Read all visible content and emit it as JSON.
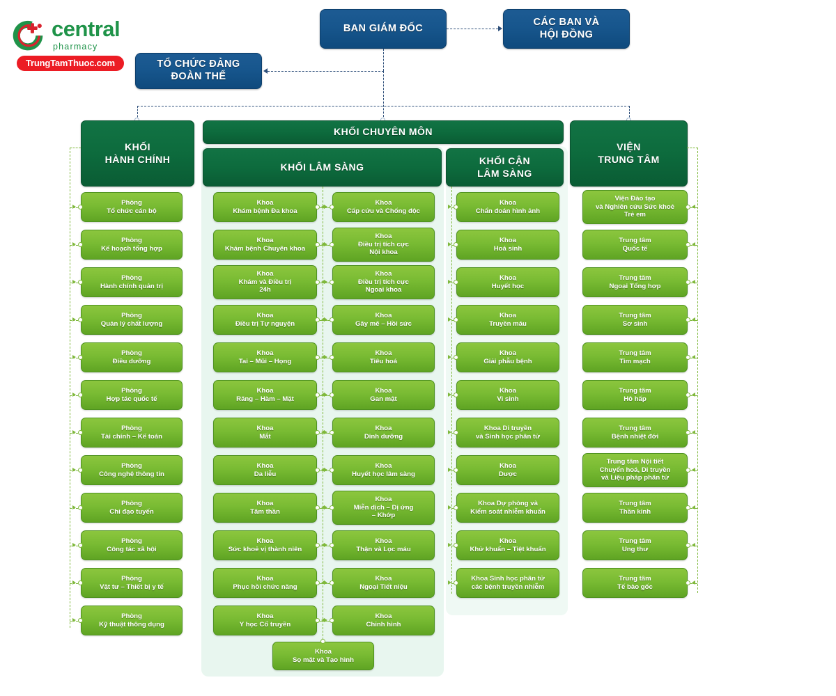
{
  "watermark": {
    "brand": "central",
    "subtitle": "pharmacy",
    "site": "TrungTamThuoc.com",
    "brand_color": "#1f9349",
    "pill_color": "#ec1c24"
  },
  "colors": {
    "blue_box": "#17568d",
    "dark_green_header": "#0d6b3d",
    "leaf_green": "#79bb33",
    "clinical_panel": "#e8f6ef",
    "paraclinical_panel": "#eff9f4",
    "blue_connector": "#2e4f7a",
    "green_connector": "#7fb83c"
  },
  "top": {
    "board": "BAN GIÁM ĐỐC",
    "committees": "CÁC BAN VÀ\nHỘI ĐỒNG",
    "party": "TỔ CHỨC ĐẢNG\nĐOÀN THỂ"
  },
  "blocks": {
    "administrative": "KHỐI\nHÀNH CHÍNH",
    "professional": "KHỐI CHUYÊN MÔN",
    "clinical": "KHỐI LÂM SÀNG",
    "paraclinical": "KHỐI CẬN\nLÂM SÀNG",
    "institutes": "VIỆN\nTRUNG TÂM"
  },
  "administrative_items": [
    "Phòng\nTổ chức cán bộ",
    "Phòng\nKế hoạch tổng hợp",
    "Phòng\nHành chính quản trị",
    "Phòng\nQuản lý chất lượng",
    "Phòng\nĐiều dưỡng",
    "Phòng\nHợp tác quốc tế",
    "Phòng\nTài chính – Kế toán",
    "Phòng\nCông nghệ thông tin",
    "Phòng\nChỉ đạo tuyến",
    "Phòng\nCông tác xã hội",
    "Phòng\nVật tư – Thiết bị y tế",
    "Phòng\nKỹ thuật thông dụng"
  ],
  "clinical_left_items": [
    "Khoa\nKhám bệnh Đa khoa",
    "Khoa\nKhám bệnh Chuyên khoa",
    "Khoa\nKhám và Điều trị\n24h",
    "Khoa\nĐiều trị Tự nguyện",
    "Khoa\nTai – Mũi – Họng",
    "Khoa\nRăng – Hàm – Mặt",
    "Khoa\nMắt",
    "Khoa\nDa liễu",
    "Khoa\nTâm thần",
    "Khoa\nSức khoẻ vị thành niên",
    "Khoa\nPhục hồi chức năng",
    "Khoa\nY học Cổ truyền"
  ],
  "clinical_right_items": [
    "Khoa\nCấp cứu và Chống độc",
    "Khoa\nĐiều trị tích cực\nNội khoa",
    "Khoa\nĐiều trị tích cực\nNgoại khoa",
    "Khoa\nGây mê – Hồi sức",
    "Khoa\nTiêu hoá",
    "Khoa\nGan mật",
    "Khoa\nDinh dưỡng",
    "Khoa\nHuyết học lâm sàng",
    "Khoa\nMiễn dịch – Dị ứng\n– Khớp",
    "Khoa\nThận và Lọc máu",
    "Khoa\nNgoại Tiết niệu",
    "Khoa\nChỉnh hình"
  ],
  "clinical_bottom_item": "Khoa\nSọ mặt và Tạo hình",
  "paraclinical_items": [
    "Khoa\nChẩn đoán hình ảnh",
    "Khoa\nHoá sinh",
    "Khoa\nHuyết học",
    "Khoa\nTruyền máu",
    "Khoa\nGiải phẫu bệnh",
    "Khoa\nVi sinh",
    "Khoa Di truyền\nvà Sinh học phân tử",
    "Khoa\nDược",
    "Khoa Dự phòng và\nKiểm soát nhiễm khuẩn",
    "Khoa\nKhử khuẩn – Tiệt khuẩn",
    "Khoa Sinh học phân tử\ncác bệnh truyền nhiễm"
  ],
  "institute_items": [
    "Viện Đào tạo\nvà Nghiên cứu Sức khoẻ\nTrẻ em",
    "Trung tâm\nQuốc tế",
    "Trung tâm\nNgoại Tổng hợp",
    "Trung tâm\nSơ sinh",
    "Trung tâm\nTim mạch",
    "Trung tâm\nHô hấp",
    "Trung tâm\nBệnh nhiệt đới",
    "Trung tâm Nội tiết\nChuyển hoá, Di truyền\nvà Liệu pháp phân tử",
    "Trung tâm\nThần kinh",
    "Trung tâm\nUng thư",
    "Trung tâm\nTế bào gốc"
  ]
}
